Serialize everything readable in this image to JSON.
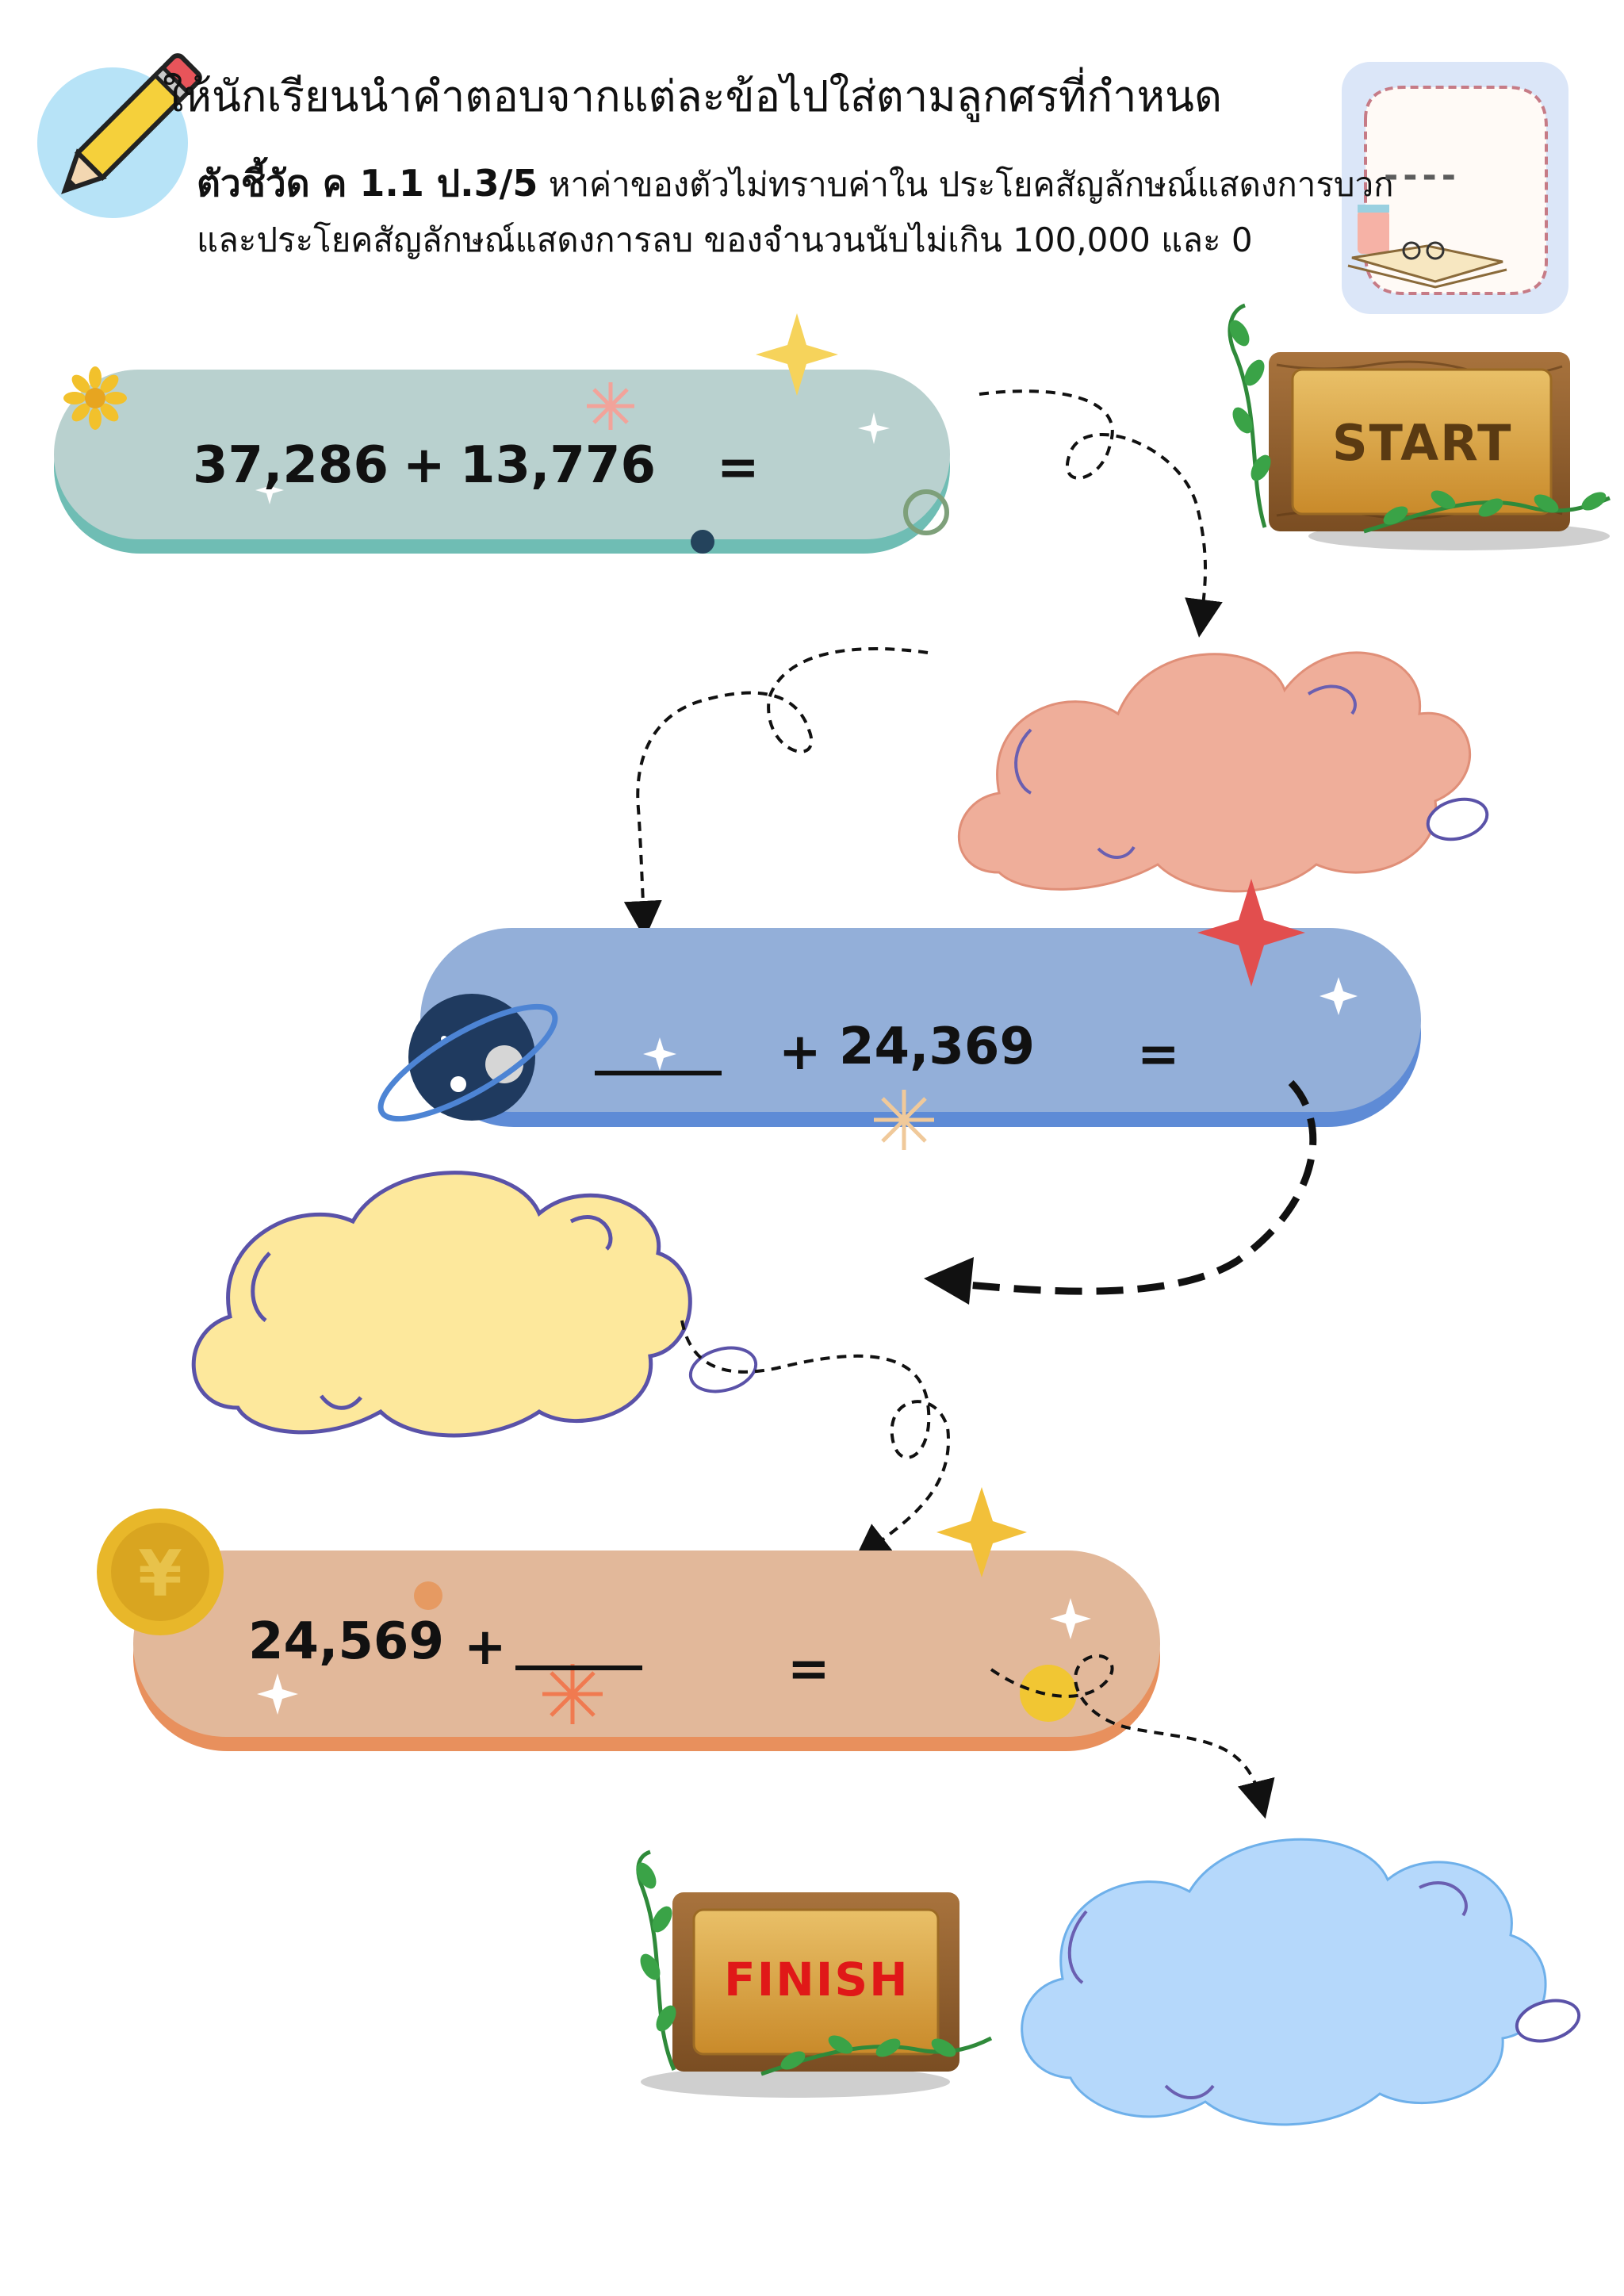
{
  "header": {
    "title": "ให้นักเรียนนำคำตอบจากแต่ละข้อไปใส่ตามลูกศรที่กำหนด",
    "indicator_label": "ตัวชี้วัด ค 1.1 ป.3/5",
    "indicator_line1": "หาค่าของตัวไม่ทราบค่าใน ประโยคสัญลักษณ์แสดงการบวก",
    "indicator_line2": "และประโยคสัญลักษณ์แสดงการลบ ของจำนวนนับไม่เกิน 100,000 และ 0",
    "name_blank": "----"
  },
  "signs": {
    "start": "START",
    "finish": "FINISH"
  },
  "problems": [
    {
      "left": "37,286",
      "op": "+",
      "right": "13,776",
      "eq": "="
    },
    {
      "left": "_____",
      "op": "+",
      "right": "24,369",
      "eq": "="
    },
    {
      "left": "24,569",
      "op": "+",
      "right": "_____",
      "eq": "="
    }
  ],
  "colors": {
    "pill1": "#b9d1cf",
    "pill1_edge": "#6fbdb4",
    "pill2": "#93afd9",
    "pill2_edge": "#5e8bd6",
    "pill3": "#e2b89a",
    "pill3_edge": "#e8905d",
    "cloud_pink": "#efae9a",
    "cloud_yellow": "#fde89c",
    "cloud_blue": "#b5d8fb",
    "start_text": "#5a3a12",
    "finish_text": "#e01818"
  }
}
